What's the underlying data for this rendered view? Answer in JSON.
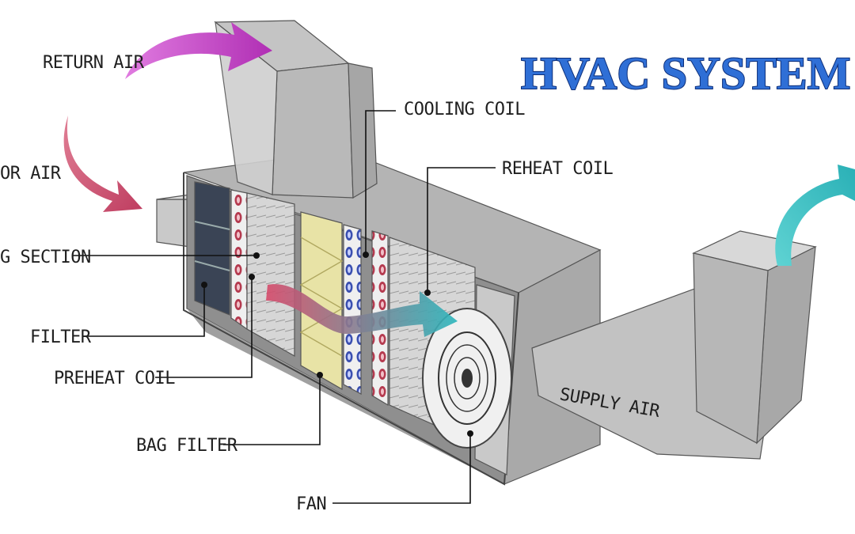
{
  "title": "HVAC SYSTEM",
  "labels": {
    "return_air": "RETURN AIR",
    "outdoor_air": "OR AIR",
    "mixing_section": "G SECTION",
    "filter": "FILTER",
    "preheat_coil": "PREHEAT COIL",
    "bag_filter": "BAG FILTER",
    "cooling_coil": "COOLING COIL",
    "reheat_coil": "REHEAT COIL",
    "fan": "FAN",
    "supply_air": "SUPPLY AIR"
  },
  "colors": {
    "return_air_arrow": "#c043c4",
    "outdoor_air_arrow": "#c94c6d",
    "supply_air_arrow": "#3cc1c4",
    "internal_airflow_start": "#d64a6a",
    "internal_airflow_end": "#2ab6bc",
    "title_fill": "#2f6fd6",
    "bag_filter_fill": "#e8e3a6",
    "casing_fill": "#bdbdbd"
  }
}
